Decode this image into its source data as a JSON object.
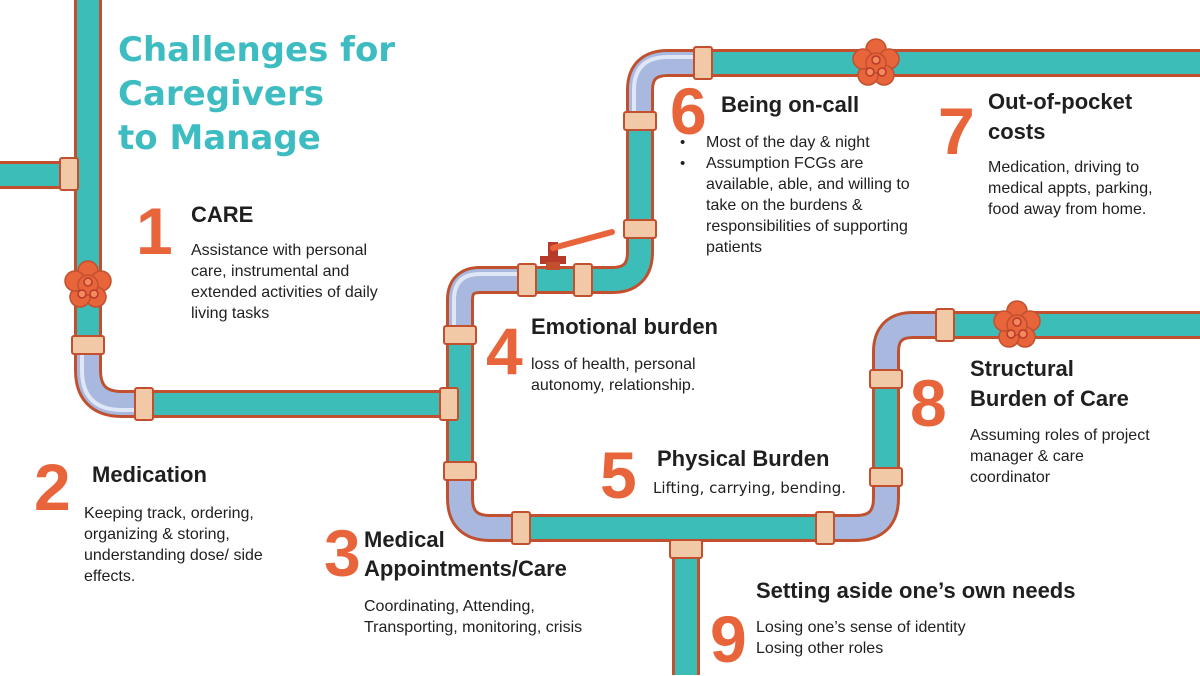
{
  "title": [
    "Challenges for Caregivers",
    "to Manage"
  ],
  "colors": {
    "title": "#3dbcc1",
    "number": "#e8643a",
    "pipe_teal": "#3dbdb8",
    "pipe_elbow": "#a8b8de",
    "pipe_outline": "#c2502e",
    "coupling": "#f2c9a6",
    "valve": "#e8643a"
  },
  "items": [
    {
      "number": "1",
      "heading": [
        "CARE"
      ],
      "body": [
        "Assistance with personal",
        "care, instrumental and",
        "extended activities of daily",
        "living tasks"
      ]
    },
    {
      "number": "2",
      "heading": [
        "Medication"
      ],
      "body": [
        "Keeping track, ordering,",
        "organizing & storing,",
        "understanding dose/ side",
        "effects."
      ]
    },
    {
      "number": "3",
      "heading": [
        "Medical",
        "Appointments/Care"
      ],
      "body": [
        "Coordinating, Attending,",
        "Transporting, monitoring, crisis"
      ]
    },
    {
      "number": "4",
      "heading": [
        "Emotional burden"
      ],
      "body": [
        "loss of health, personal",
        "autonomy, relationship."
      ]
    },
    {
      "number": "5",
      "heading": [
        "Physical Burden"
      ],
      "body": [
        "Lifting, carrying, bending."
      ]
    },
    {
      "number": "6",
      "heading": [
        "Being on-call"
      ],
      "bullets": [
        "Most of the day & night",
        "Assumption FCGs are available, able, and willing to take on the burdens & responsibilities of supporting patients"
      ]
    },
    {
      "number": "7",
      "heading": [
        "Out-of-pocket",
        "costs"
      ],
      "body": [
        "Medication, driving to",
        "medical appts, parking,",
        "food away from home."
      ]
    },
    {
      "number": "8",
      "heading": [
        "Structural",
        "Burden of Care"
      ],
      "body": [
        "Assuming roles of project",
        "manager & care",
        "coordinator"
      ]
    },
    {
      "number": "9",
      "heading": [
        "Setting aside one’s own needs"
      ],
      "body": [
        "Losing one’s sense of identity",
        "Losing other roles"
      ]
    }
  ]
}
